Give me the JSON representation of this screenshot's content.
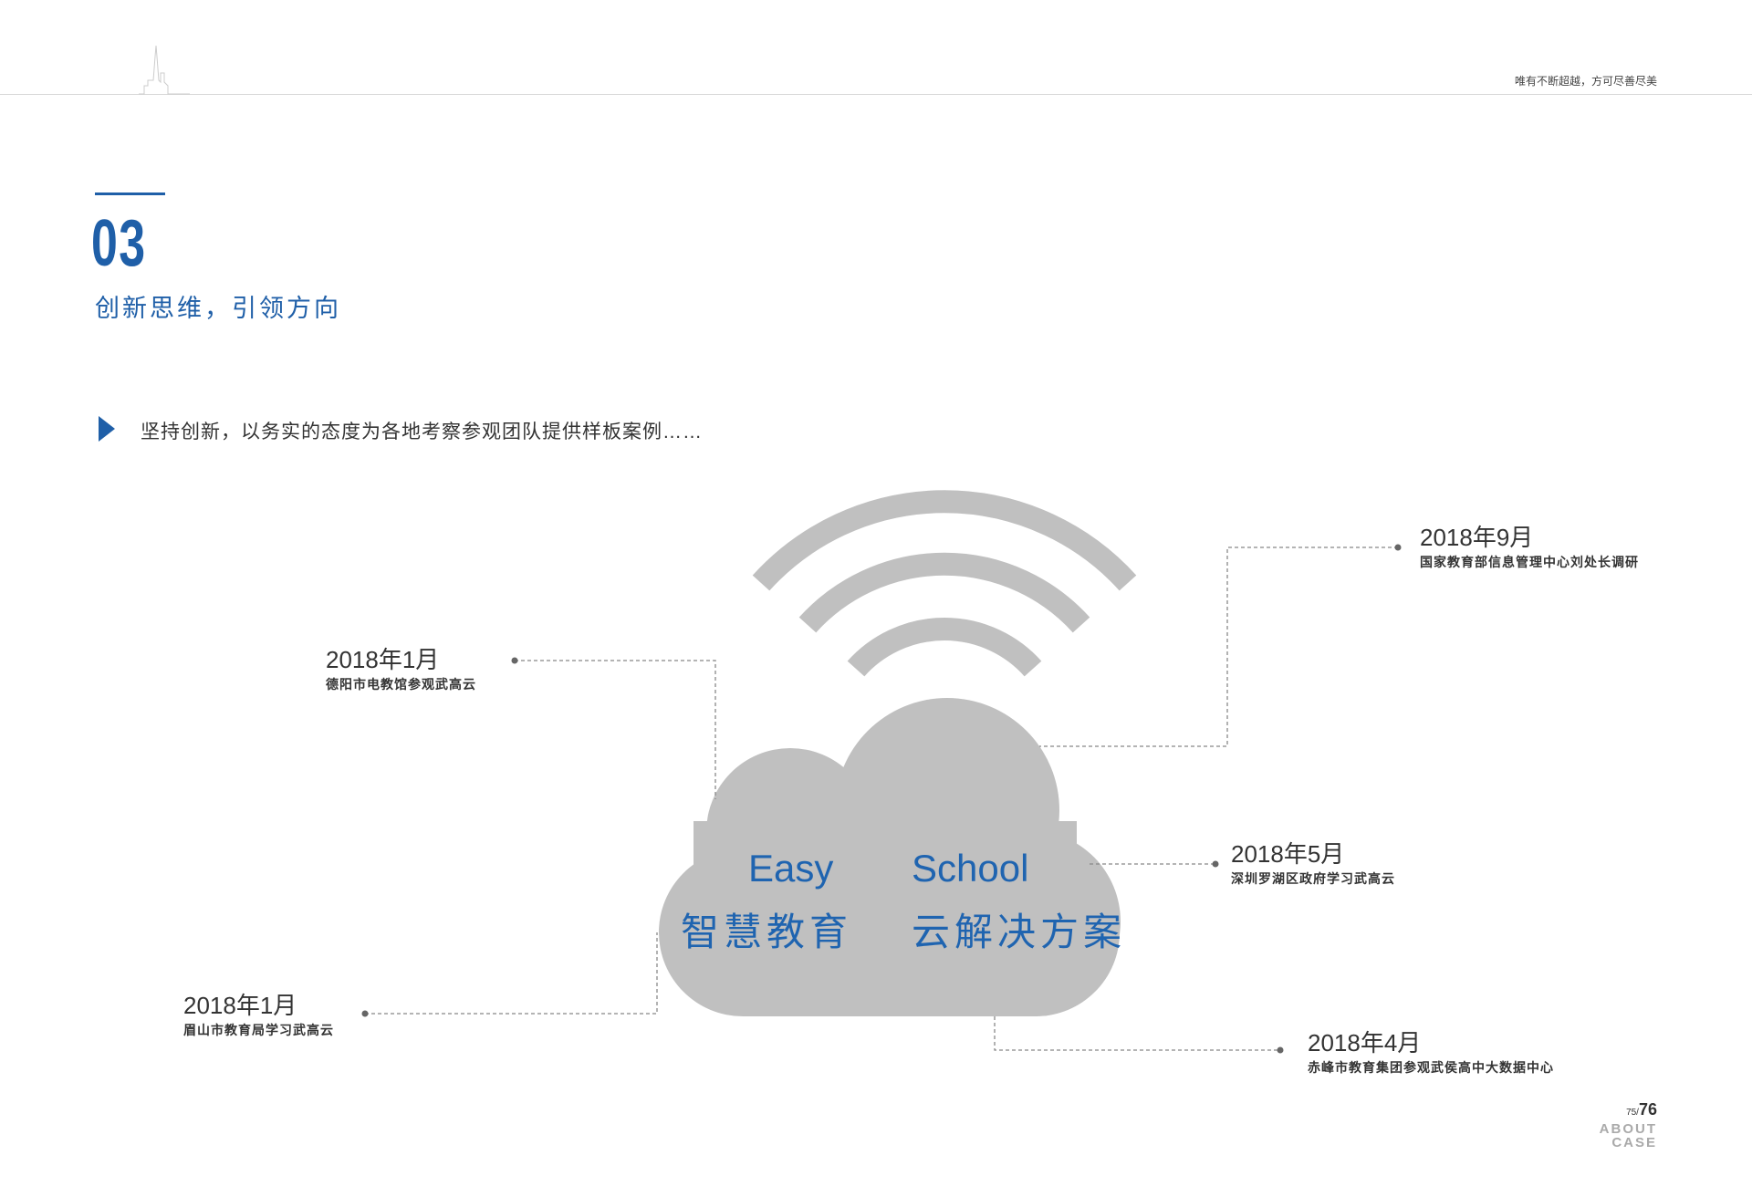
{
  "header": {
    "motto": "唯有不断超越，方可尽善尽美"
  },
  "section": {
    "number": "03",
    "title": "创新思维，引领方向",
    "intro": "坚持创新，以务实的态度为各地考察参观团队提供样板案例……"
  },
  "cloud": {
    "en_left": "Easy",
    "en_right": "School",
    "cn_left": "智慧教育",
    "cn_right": "云解决方案"
  },
  "events": [
    {
      "date": "2018年9月",
      "desc": "国家教育部信息管理中心刘处长调研"
    },
    {
      "date": "2018年1月",
      "desc": "德阳市电教馆参观武高云"
    },
    {
      "date": "2018年5月",
      "desc": "深圳罗湖区政府学习武高云"
    },
    {
      "date": "2018年1月",
      "desc": "眉山市教育局学习武高云"
    },
    {
      "date": "2018年4月",
      "desc": "赤峰市教育集团参观武侯高中大数据中心"
    }
  ],
  "footer": {
    "page_current": "75/",
    "page_total": "76",
    "about_line1": "ABOUT",
    "about_line2": "CASE"
  },
  "colors": {
    "brand_blue": "#1f5fa8",
    "cloud_gray": "#c0c0c0"
  }
}
